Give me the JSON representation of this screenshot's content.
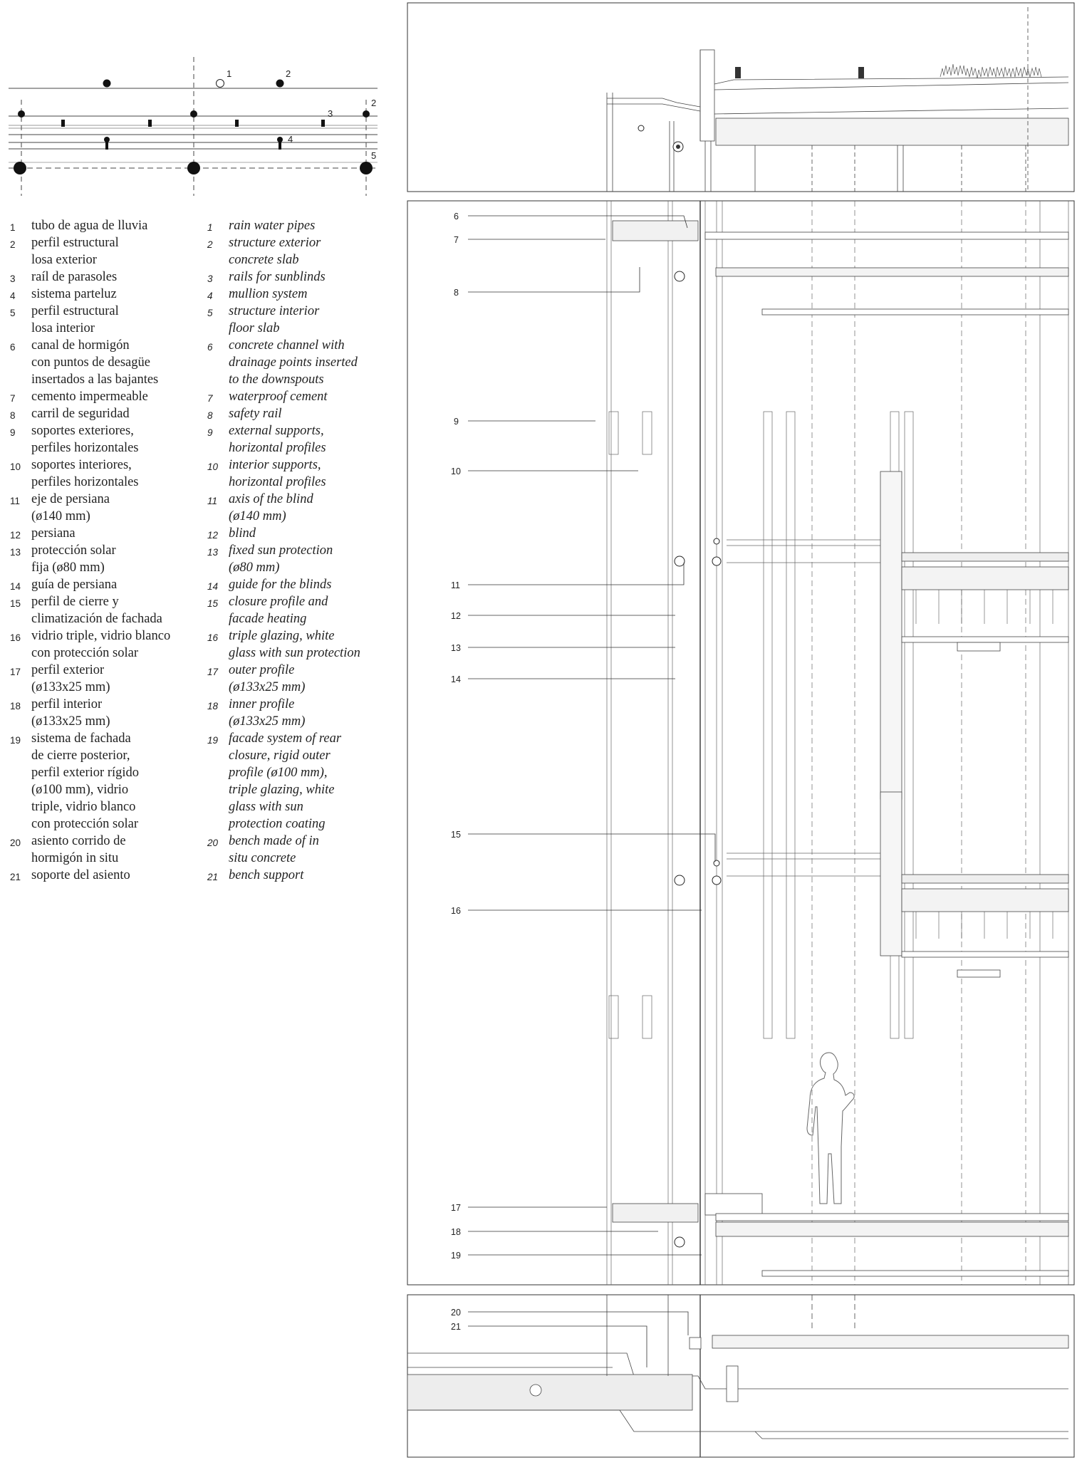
{
  "plan": {
    "callouts": [
      "1",
      "2",
      "3",
      "4",
      "2",
      "5"
    ]
  },
  "legend": {
    "spanish": [
      {
        "n": "1",
        "text": "tubo de agua de lluvia"
      },
      {
        "n": "2",
        "text": "perfil estructural\nlosa exterior"
      },
      {
        "n": "3",
        "text": "raíl de parasoles"
      },
      {
        "n": "4",
        "text": "sistema parteluz"
      },
      {
        "n": "5",
        "text": "perfil estructural\nlosa interior"
      },
      {
        "n": "6",
        "text": "canal de hormigón\ncon puntos de desagüe\ninsertados a las bajantes"
      },
      {
        "n": "7",
        "text": "cemento impermeable"
      },
      {
        "n": "8",
        "text": "carril de seguridad"
      },
      {
        "n": "9",
        "text": "soportes exteriores,\nperfiles horizontales"
      },
      {
        "n": "10",
        "text": "soportes interiores,\nperfiles horizontales"
      },
      {
        "n": "11",
        "text": "eje de persiana\n(ø140 mm)"
      },
      {
        "n": "12",
        "text": "persiana"
      },
      {
        "n": "13",
        "text": "protección solar\nfija (ø80 mm)"
      },
      {
        "n": "14",
        "text": "guía de persiana"
      },
      {
        "n": "15",
        "text": "perfil de cierre y\nclimatización de fachada"
      },
      {
        "n": "16",
        "text": "vidrio triple, vidrio blanco\ncon protección solar"
      },
      {
        "n": "17",
        "text": "perfil exterior\n(ø133x25 mm)"
      },
      {
        "n": "18",
        "text": "perfil interior\n(ø133x25 mm)"
      },
      {
        "n": "19",
        "text": "sistema de fachada\nde cierre posterior,\nperfil exterior rígido\n(ø100 mm), vidrio\ntriple, vidrio blanco\ncon protección solar"
      },
      {
        "n": "20",
        "text": "asiento corrido de\nhormigón in situ"
      },
      {
        "n": "21",
        "text": "soporte del asiento"
      }
    ],
    "english": [
      {
        "n": "1",
        "text": "rain water pipes"
      },
      {
        "n": "2",
        "text": "structure exterior\nconcrete slab"
      },
      {
        "n": "3",
        "text": "rails for sunblinds"
      },
      {
        "n": "4",
        "text": "mullion system"
      },
      {
        "n": "5",
        "text": "structure interior\nfloor slab"
      },
      {
        "n": "6",
        "text": "concrete channel with\ndrainage points inserted\nto the downspouts"
      },
      {
        "n": "7",
        "text": "waterproof cement"
      },
      {
        "n": "8",
        "text": "safety rail"
      },
      {
        "n": "9",
        "text": "external supports,\nhorizontal profiles"
      },
      {
        "n": "10",
        "text": "interior supports,\nhorizontal profiles"
      },
      {
        "n": "11",
        "text": "axis of the blind\n(ø140 mm)"
      },
      {
        "n": "12",
        "text": "blind"
      },
      {
        "n": "13",
        "text": "fixed sun protection\n(ø80 mm)"
      },
      {
        "n": "14",
        "text": "guide for the blinds"
      },
      {
        "n": "15",
        "text": "closure profile and\nfacade heating"
      },
      {
        "n": "16",
        "text": "triple glazing, white\nglass with sun protection"
      },
      {
        "n": "17",
        "text": "outer profile\n(ø133x25 mm)"
      },
      {
        "n": "18",
        "text": "inner profile\n(ø133x25 mm)"
      },
      {
        "n": "19",
        "text": "facade system of rear\nclosure, rigid outer\nprofile (ø100 mm),\ntriple glazing, white\nglass with sun\nprotection coating"
      },
      {
        "n": "20",
        "text": "bench made of in\nsitu concrete"
      },
      {
        "n": "21",
        "text": "bench support"
      }
    ]
  },
  "section": {
    "labels": [
      "6",
      "7",
      "8",
      "9",
      "10",
      "11",
      "12",
      "13",
      "14",
      "15",
      "16",
      "17",
      "18",
      "19",
      "20",
      "21"
    ]
  }
}
